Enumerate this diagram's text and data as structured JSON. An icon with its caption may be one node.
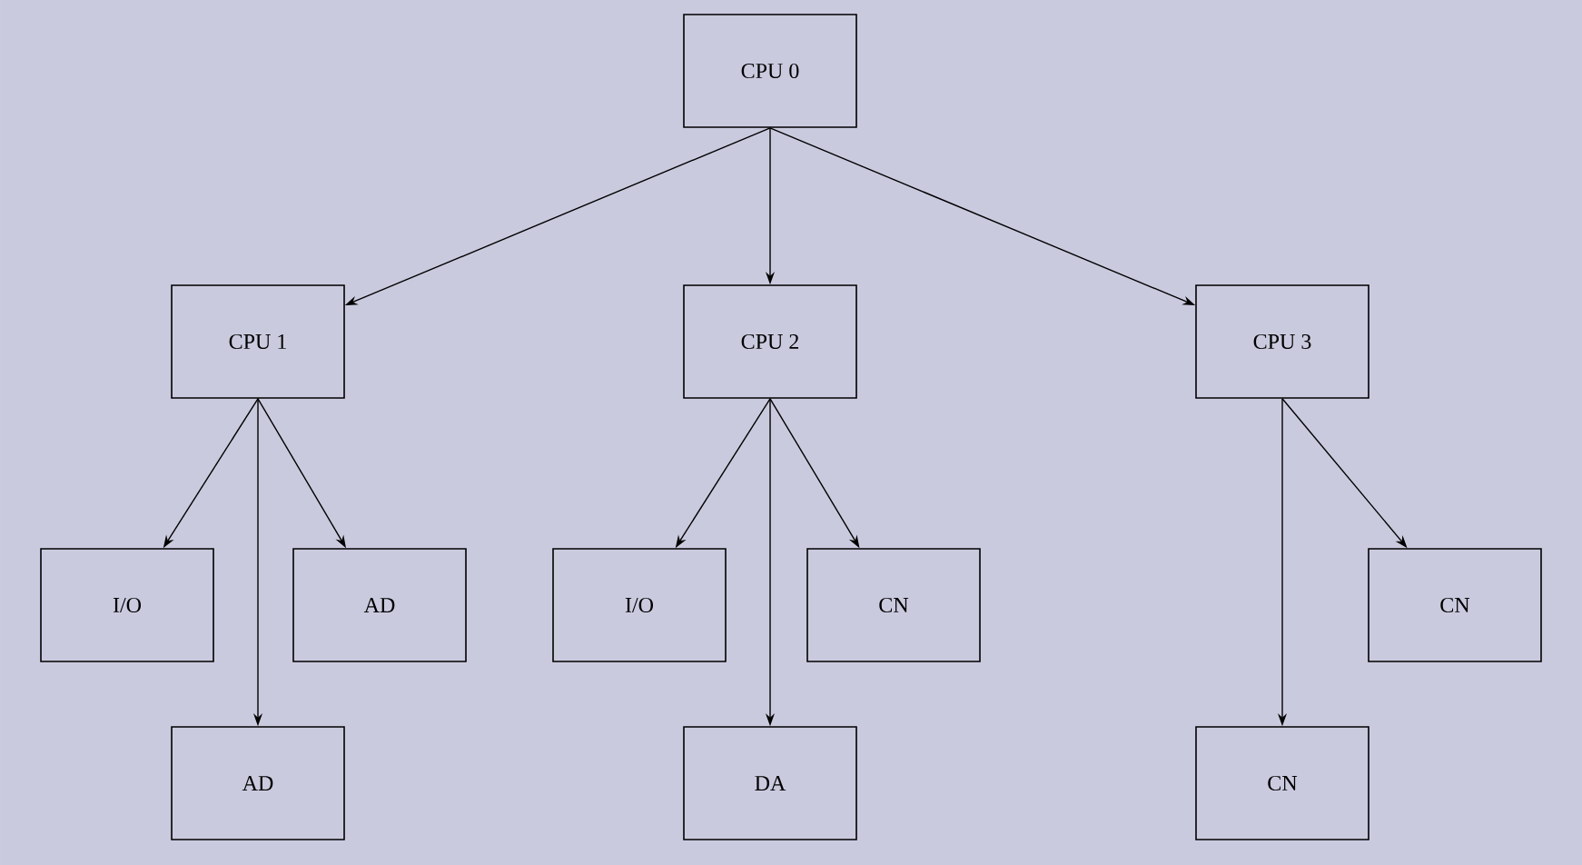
{
  "diagram": {
    "nodes": [
      {
        "text": [
          "CPU 0"
        ]
      },
      {
        "text": [
          "CPU 1"
        ]
      },
      {
        "text": [
          "CPU 2"
        ]
      },
      {
        "text": [
          "CPU 3"
        ]
      },
      {
        "text": [
          "I/O"
        ]
      },
      {
        "text": [
          "AD"
        ]
      },
      {
        "text": [
          "AD"
        ]
      },
      {
        "text": [
          "I/O"
        ]
      },
      {
        "text": [
          "CN"
        ]
      },
      {
        "text": [
          "DA"
        ]
      },
      {
        "text": [
          "CN"
        ]
      },
      {
        "text": [
          "CN"
        ]
      }
    ],
    "edges": [
      {
        "from": 0,
        "to": 1,
        "arrow": "to"
      },
      {
        "from": 0,
        "to": 2,
        "arrow": "to"
      },
      {
        "from": 0,
        "to": 3,
        "arrow": "to"
      },
      {
        "from": 1,
        "to": 4,
        "arrow": "to"
      },
      {
        "from": 1,
        "to": 6,
        "arrow": "to"
      },
      {
        "from": 1,
        "to": 5,
        "arrow": "to"
      },
      {
        "from": 2,
        "to": 7,
        "arrow": "to"
      },
      {
        "from": 2,
        "to": 9,
        "arrow": "to"
      },
      {
        "from": 2,
        "to": 8,
        "arrow": "to"
      },
      {
        "from": 3,
        "to": 11,
        "arrow": "to"
      },
      {
        "from": 3,
        "to": 10,
        "arrow": "to"
      }
    ]
  }
}
